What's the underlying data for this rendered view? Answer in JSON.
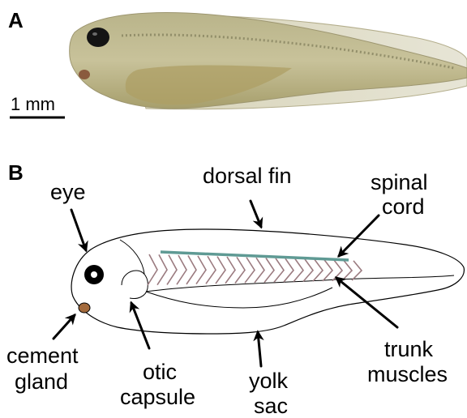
{
  "panels": {
    "a": {
      "letter": "A",
      "scale_bar_label": "1 mm"
    },
    "b": {
      "letter": "B"
    }
  },
  "labels": {
    "eye": "eye",
    "dorsal_fin": "dorsal fin",
    "spinal_cord_1": "spinal",
    "spinal_cord_2": "cord",
    "cement_gland_1": "cement",
    "cement_gland_2": "gland",
    "otic_capsule_1": "otic",
    "otic_capsule_2": "capsule",
    "yolk_sac_1": "yolk",
    "yolk_sac_2": "sac",
    "trunk_muscles_1": "trunk",
    "trunk_muscles_2": "muscles"
  },
  "colors": {
    "spinal_cord": "#5f9a94",
    "trunk_muscles": "#9b7b80",
    "cement_gland": "#a36a3c",
    "photo_body": "#cfc8a0",
    "photo_yolk": "#b3a872",
    "photo_fin": "#dedbc4"
  }
}
